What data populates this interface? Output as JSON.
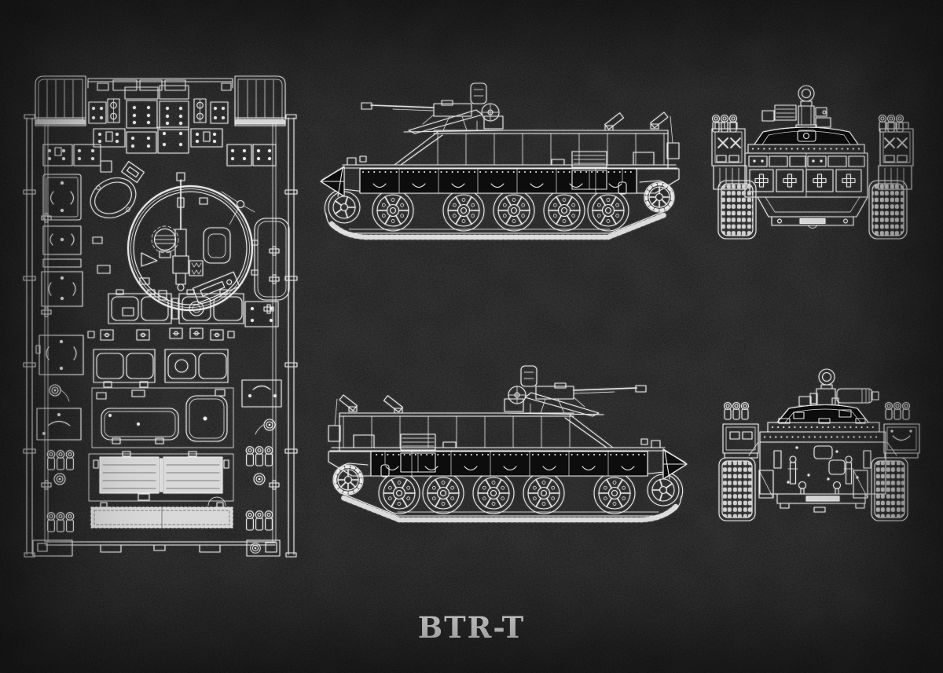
{
  "title": "BTR-T",
  "poster": {
    "background_color": "#0d0d0d",
    "line_color": "#e9e9e9",
    "bright_fill_color": "#d9d9d9",
    "title_color": "#ededed",
    "style": "white-line technical blueprint on black"
  },
  "views": [
    {
      "label": "Top plan view of BTR-T hull with turret ring and engine deck"
    },
    {
      "label": "Left side profile view with machine gun station"
    },
    {
      "label": "Front elevation view with tracks and smoke launchers"
    },
    {
      "label": "Right side profile view with machine gun station"
    },
    {
      "label": "Rear elevation view with tracks and stowage bins"
    }
  ]
}
